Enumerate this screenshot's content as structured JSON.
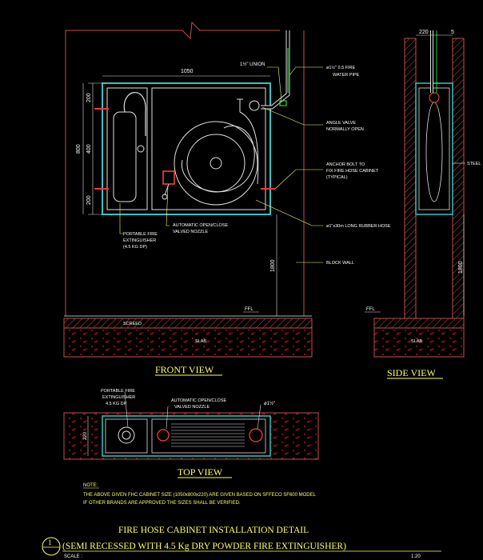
{
  "views": {
    "front": "FRONT VIEW",
    "side": "SIDE VIEW",
    "top": "TOP VIEW"
  },
  "front_view": {
    "dims": {
      "width": "1050",
      "height": "800",
      "top_200": "200",
      "mid_400": "400",
      "bot_200": "200",
      "floor_1800": "1800"
    },
    "labels": {
      "union": "1½\" UNION",
      "fire_pipe_1": "ø1½\" 0.5 FIRE",
      "fire_pipe_2": "WATER PIPE",
      "angle_valve_1": "ANGLE VALVE",
      "angle_valve_2": "NORMALLY OPEN",
      "anchor_1": "ANCHOR BOLT TO",
      "anchor_2": "FIX FIRE HOSE CABINET",
      "anchor_3": "(TYPICAL)",
      "hose": "ø1\"x30m LONG RUBBER HOSE",
      "auto_1": "AUTOMATIC OPEN/CLOSE",
      "auto_2": "VALVED NOZZLE",
      "ext_1": "PORTABLE FIRE",
      "ext_2": "EXTINGUISHER",
      "ext_3": "(4.5 KG DP)",
      "block_wall": "BLOCK WALL",
      "ffl": "FFL",
      "screed": "SCREED",
      "slab": "SLAB"
    }
  },
  "side_view": {
    "dims": {
      "d220": "220",
      "d5": "5",
      "d1800": "1800"
    },
    "labels": {
      "steel": "STEEL",
      "ffl": "FFL",
      "slab": "SLAB"
    }
  },
  "top_view": {
    "dims": {
      "depth": "220"
    },
    "labels": {
      "ext_1": "PORTABLE FIRE",
      "ext_2": "EXTINGUISHER",
      "ext_3": "4.5 KG DP",
      "auto_1": "AUTOMATIC OPEN/CLOSE",
      "auto_2": "VALVED NOZZLE",
      "pipe": "ø1½\""
    }
  },
  "note": {
    "heading": "NOTE:",
    "line1": "THE ABOVE GIVEN FHC CABINET SIZE (1050x800x220) ARE GIVEN BASED ON SFFECO SF600 MODEL",
    "line2": "IF OTHER BRANDS ARE APPROVED THE SIZES SHALL BE VERIFIED."
  },
  "title": {
    "line1": "FIRE HOSE CABINET INSTALLATION DETAIL",
    "line2": "(SEMI RECESSED WITH 4.5 Kg DRY POWDER FIRE EXTINGUISHER)",
    "number": "1",
    "scale_label": "SCALE :",
    "scale_value": "1:20"
  },
  "colors": {
    "background": "#000000",
    "wall": "#c0504d",
    "pipe": "#33ff33",
    "hatch": "#cc2222",
    "cabinet": "#9cb3c9",
    "text": "#ffffff",
    "title": "#ffff66"
  }
}
